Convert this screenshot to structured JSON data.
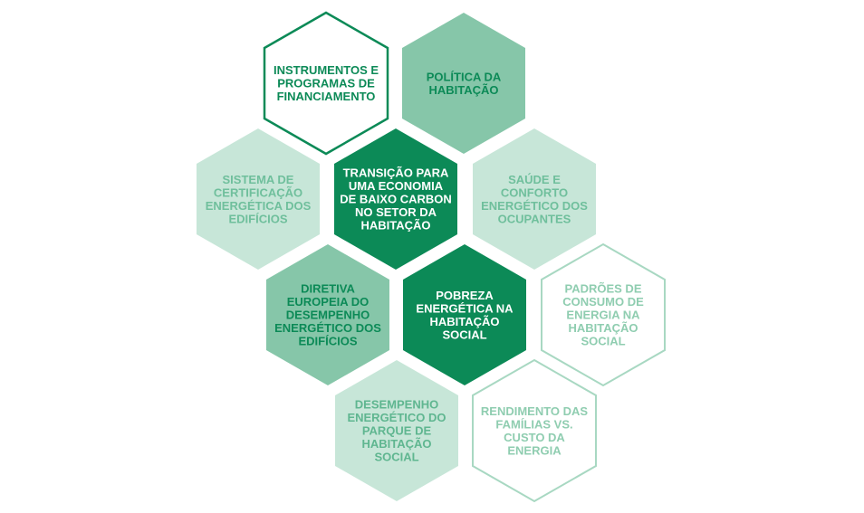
{
  "colors": {
    "dark_green": "#0c8a57",
    "medium_green": "#86c6a9",
    "light_green": "#c7e6d8",
    "outline_dark": "#0c8a57",
    "outline_light": "#a8d8c2",
    "text_white": "#ffffff",
    "text_dark": "#0c8a57",
    "text_light": "#ffffff",
    "text_light_on_white": "#8fcdb0"
  },
  "hexagons": [
    {
      "id": "financiamento",
      "style": "outline-dark",
      "lines": [
        "INSTRUMENTOS E",
        "PROGRAMAS DE",
        "FINANCIAMENTO"
      ]
    },
    {
      "id": "politica",
      "style": "medium",
      "lines": [
        "POLÍTICA DA",
        "HABITAÇÃO"
      ]
    },
    {
      "id": "certificacao",
      "style": "light",
      "lines": [
        "SISTEMA DE",
        "CERTIFICAÇÃO",
        "ENERGÉTICA DOS",
        "EDIFÍCIOS"
      ]
    },
    {
      "id": "transicao",
      "style": "dark",
      "lines": [
        "TRANSIÇÃO PARA",
        "UMA ECONOMIA",
        "DE BAIXO CARBON",
        "NO SETOR DA",
        "HABITAÇÃO"
      ]
    },
    {
      "id": "saude",
      "style": "light",
      "lines": [
        "SAÚDE E",
        "CONFORTO",
        "ENERGÉTICO DOS",
        "OCUPANTES"
      ]
    },
    {
      "id": "diretiva",
      "style": "medium",
      "lines": [
        "DIRETIVA",
        "EUROPEIA DO",
        "DESEMPENHO",
        "ENERGÉTICO DOS",
        "EDIFÍCIOS"
      ]
    },
    {
      "id": "pobreza",
      "style": "dark",
      "lines": [
        "POBREZA",
        "ENERGÉTICA NA",
        "HABITAÇÃO",
        "SOCIAL"
      ]
    },
    {
      "id": "padroes",
      "style": "outline-light",
      "lines": [
        "PADRÕES DE",
        "CONSUMO DE",
        "ENERGIA NA",
        "HABITAÇÃO",
        "SOCIAL"
      ]
    },
    {
      "id": "desempenho",
      "style": "light",
      "lines": [
        "DESEMPENHO",
        "ENERGÉTICO DO",
        "PARQUE DE",
        "HABITAÇÃO",
        "SOCIAL"
      ]
    },
    {
      "id": "rendimento",
      "style": "outline-light",
      "lines": [
        "RENDIMENTO DAS",
        "FAMÍLIAS VS.",
        "CUSTO DA",
        "ENERGIA"
      ]
    }
  ]
}
